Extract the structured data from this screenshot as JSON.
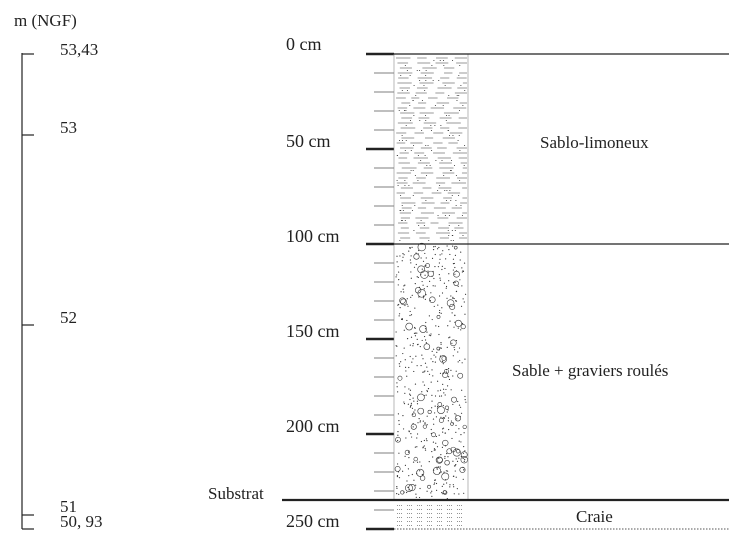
{
  "elevation_scale": {
    "unit_label": "m (NGF)",
    "ticks": [
      {
        "label": "53,43",
        "value": 53.43
      },
      {
        "label": "53",
        "value": 53
      },
      {
        "label": "52",
        "value": 52
      },
      {
        "label": "51",
        "value": 51
      },
      {
        "label": "50, 93",
        "value": 50.93
      }
    ]
  },
  "depth_scale": {
    "ticks": [
      {
        "label": "0 cm",
        "value": 0
      },
      {
        "label": "50 cm",
        "value": 50
      },
      {
        "label": "100 cm",
        "value": 100
      },
      {
        "label": "150 cm",
        "value": 150
      },
      {
        "label": "200 cm",
        "value": 200
      },
      {
        "label": "250 cm",
        "value": 250
      }
    ]
  },
  "substrat_label": "Substrat",
  "layers": [
    {
      "name": "Sablo-limoneux",
      "top_cm": 0,
      "bottom_cm": 100,
      "pattern": "silty-sand"
    },
    {
      "name": "Sable + graviers roulés",
      "top_cm": 100,
      "bottom_cm": 240,
      "pattern": "sand-gravel"
    },
    {
      "name": "Craie",
      "top_cm": 240,
      "bottom_cm": 250,
      "pattern": "chalk"
    }
  ],
  "colors": {
    "line": "#222222",
    "background": "#ffffff"
  }
}
